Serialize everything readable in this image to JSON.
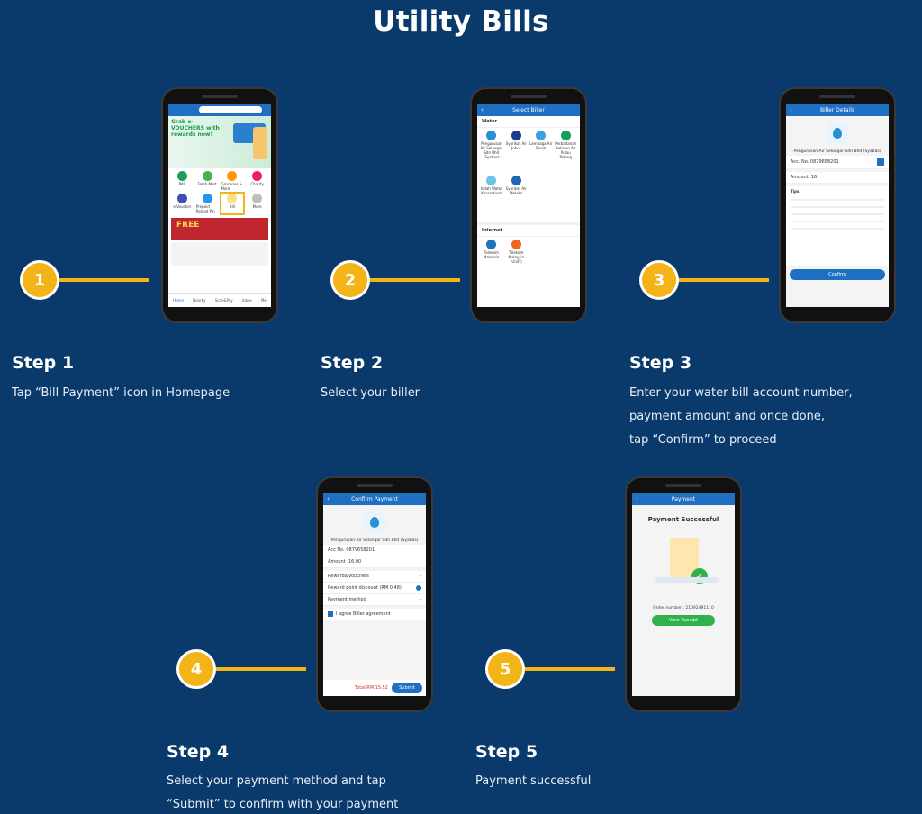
{
  "title": "Utility Bills",
  "steps": [
    {
      "number": "1",
      "title": "Step 1",
      "desc": [
        "Tap “Bill Payment” icon in Homepage"
      ]
    },
    {
      "number": "2",
      "title": "Step 2",
      "desc": [
        "Select your biller"
      ]
    },
    {
      "number": "3",
      "title": "Step 3",
      "desc": [
        "Enter your water bill account number,",
        "payment amount and once done,",
        "tap “Confirm” to proceed"
      ]
    },
    {
      "number": "4",
      "title": "Step 4",
      "desc": [
        "Select your payment method and tap",
        "“Submit” to confirm with your payment"
      ]
    },
    {
      "number": "5",
      "title": "Step 5",
      "desc": [
        "Payment successful"
      ]
    }
  ],
  "screens": {
    "s2": {
      "bar": "Select Biller",
      "section1": "Water",
      "billers": [
        "Pengurusan Air Selangor Sdn Bhd (Syabas)",
        "Syarikat Air Johor",
        "Lembaga Air Perak",
        "Perbadanan Bekalan Air Pulau Pinang",
        "Indah Water Konsortium",
        "Syarikat Air Melaka"
      ],
      "section2": "Internet",
      "billers2": [
        "Telekom Malaysia",
        "Telekom Malaysia (UniFi)"
      ]
    },
    "s3": {
      "bar": "Biller Details",
      "company": "Pengurusan Air Selangor Sdn Bhd (Syabas)",
      "acc_label": "Acc. No.",
      "acc_value": "0879658201",
      "amount_label": "Amount",
      "amount_value": "16",
      "tips": "Tips",
      "confirm": "Confirm"
    },
    "s4": {
      "bar": "Confirm Payment",
      "company": "Pengurusan Air Selangor Sdn Bhd (Syabas)",
      "acc_label": "Acc No.",
      "acc_value": "0879658201",
      "amount_label": "Amount",
      "amount_value": "16.00",
      "rewards": "Rewards/Vouchers",
      "points": "Reward point discount (RM 0.48)",
      "method": "Payment method",
      "agree": "I agree Biller agreement",
      "total": "Total RM 15.52",
      "submit": "Submit"
    },
    "s5": {
      "bar": "Payment",
      "heading": "Payment Successful",
      "order": "Order number : 21092491110",
      "receipt": "View Receipt"
    },
    "s1": {
      "banner": "Grab e-VOUCHERS with rewards now!",
      "icons": [
        "PAS",
        "Fresh Mart",
        "Groceries & More",
        "Charity",
        "e-Voucher",
        "Prepaid Reload Pin",
        "Bill",
        "More"
      ],
      "promo": "FREE",
      "nav": [
        "Home",
        "Nearby",
        "Scan&Pay",
        "Inbox",
        "Me"
      ]
    }
  },
  "colors": {
    "bg": "#0a3a6b",
    "accent": "#f2b416",
    "primary": "#1f6fc2",
    "success": "#2fb24c"
  }
}
